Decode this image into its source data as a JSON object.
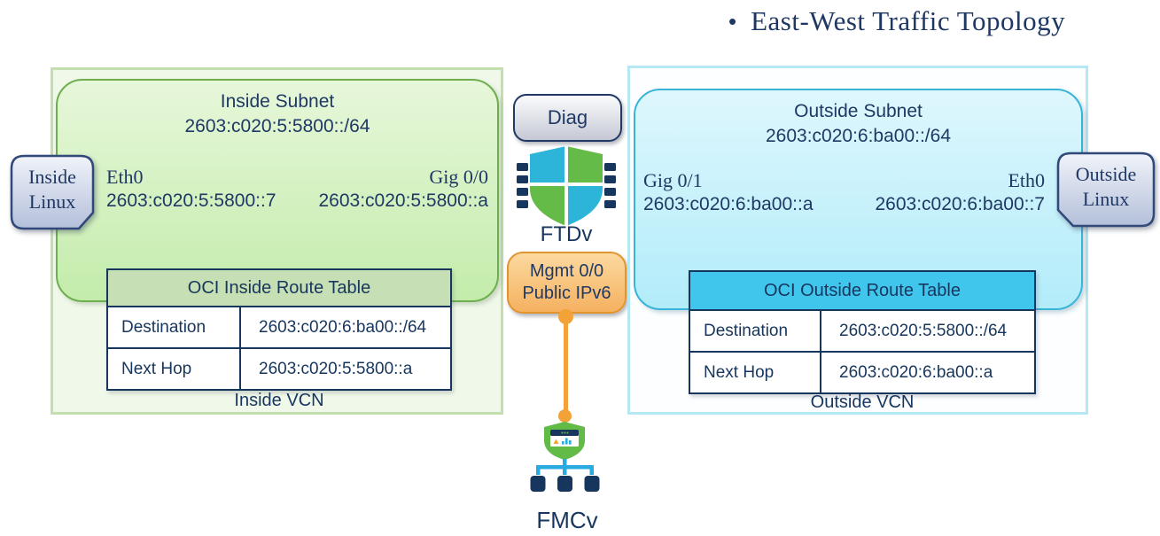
{
  "title": {
    "bullet": "•",
    "text": "East-West Traffic Topology"
  },
  "inside": {
    "vcn_label": "Inside VCN",
    "subnet_title": "Inside Subnet",
    "subnet_cidr": "2603:c020:5:5800::/64",
    "iface_left": {
      "name": "Eth0",
      "addr": "2603:c020:5:5800::7"
    },
    "iface_right": {
      "name": "Gig 0/0",
      "addr": "2603:c020:5:5800::a"
    },
    "linux": {
      "line1": "Inside",
      "line2": "Linux"
    },
    "route_table": {
      "title": "OCI Inside Route Table",
      "rows": [
        {
          "label": "Destination",
          "value": "2603:c020:6:ba00::/64"
        },
        {
          "label": "Next Hop",
          "value": "2603:c020:5:5800::a"
        }
      ]
    }
  },
  "outside": {
    "vcn_label": "Outside VCN",
    "subnet_title": "Outside Subnet",
    "subnet_cidr": "2603:c020:6:ba00::/64",
    "iface_left": {
      "name": "Gig 0/1",
      "addr": "2603:c020:6:ba00::a"
    },
    "iface_right": {
      "name": "Eth0",
      "addr": "2603:c020:6:ba00::7"
    },
    "linux": {
      "line1": "Outside",
      "line2": "Linux"
    },
    "route_table": {
      "title": "OCI Outside Route Table",
      "rows": [
        {
          "label": "Destination",
          "value": "2603:c020:5:5800::/64"
        },
        {
          "label": "Next Hop",
          "value": "2603:c020:6:ba00::a"
        }
      ]
    }
  },
  "core": {
    "diag_label": "Diag",
    "ftdv_label": "FTDv",
    "mgmt_line1": "Mgmt 0/0",
    "mgmt_line2": "Public IPv6",
    "fmcv_label": "FMCv"
  },
  "colors": {
    "navy_text": "#1f3864",
    "table_border": "#17365d",
    "inside_subnet_border": "#6fae4e",
    "inside_table_header_bg": "#c6dfb4",
    "outside_subnet_border": "#39b4d9",
    "outside_table_header_bg": "#40c6ec",
    "mgmt_orange": "#f2a237",
    "ftdv_cyan": "#2cb5d9",
    "ftdv_green": "#65bb47",
    "fmc_link_blue": "#29abe2"
  }
}
